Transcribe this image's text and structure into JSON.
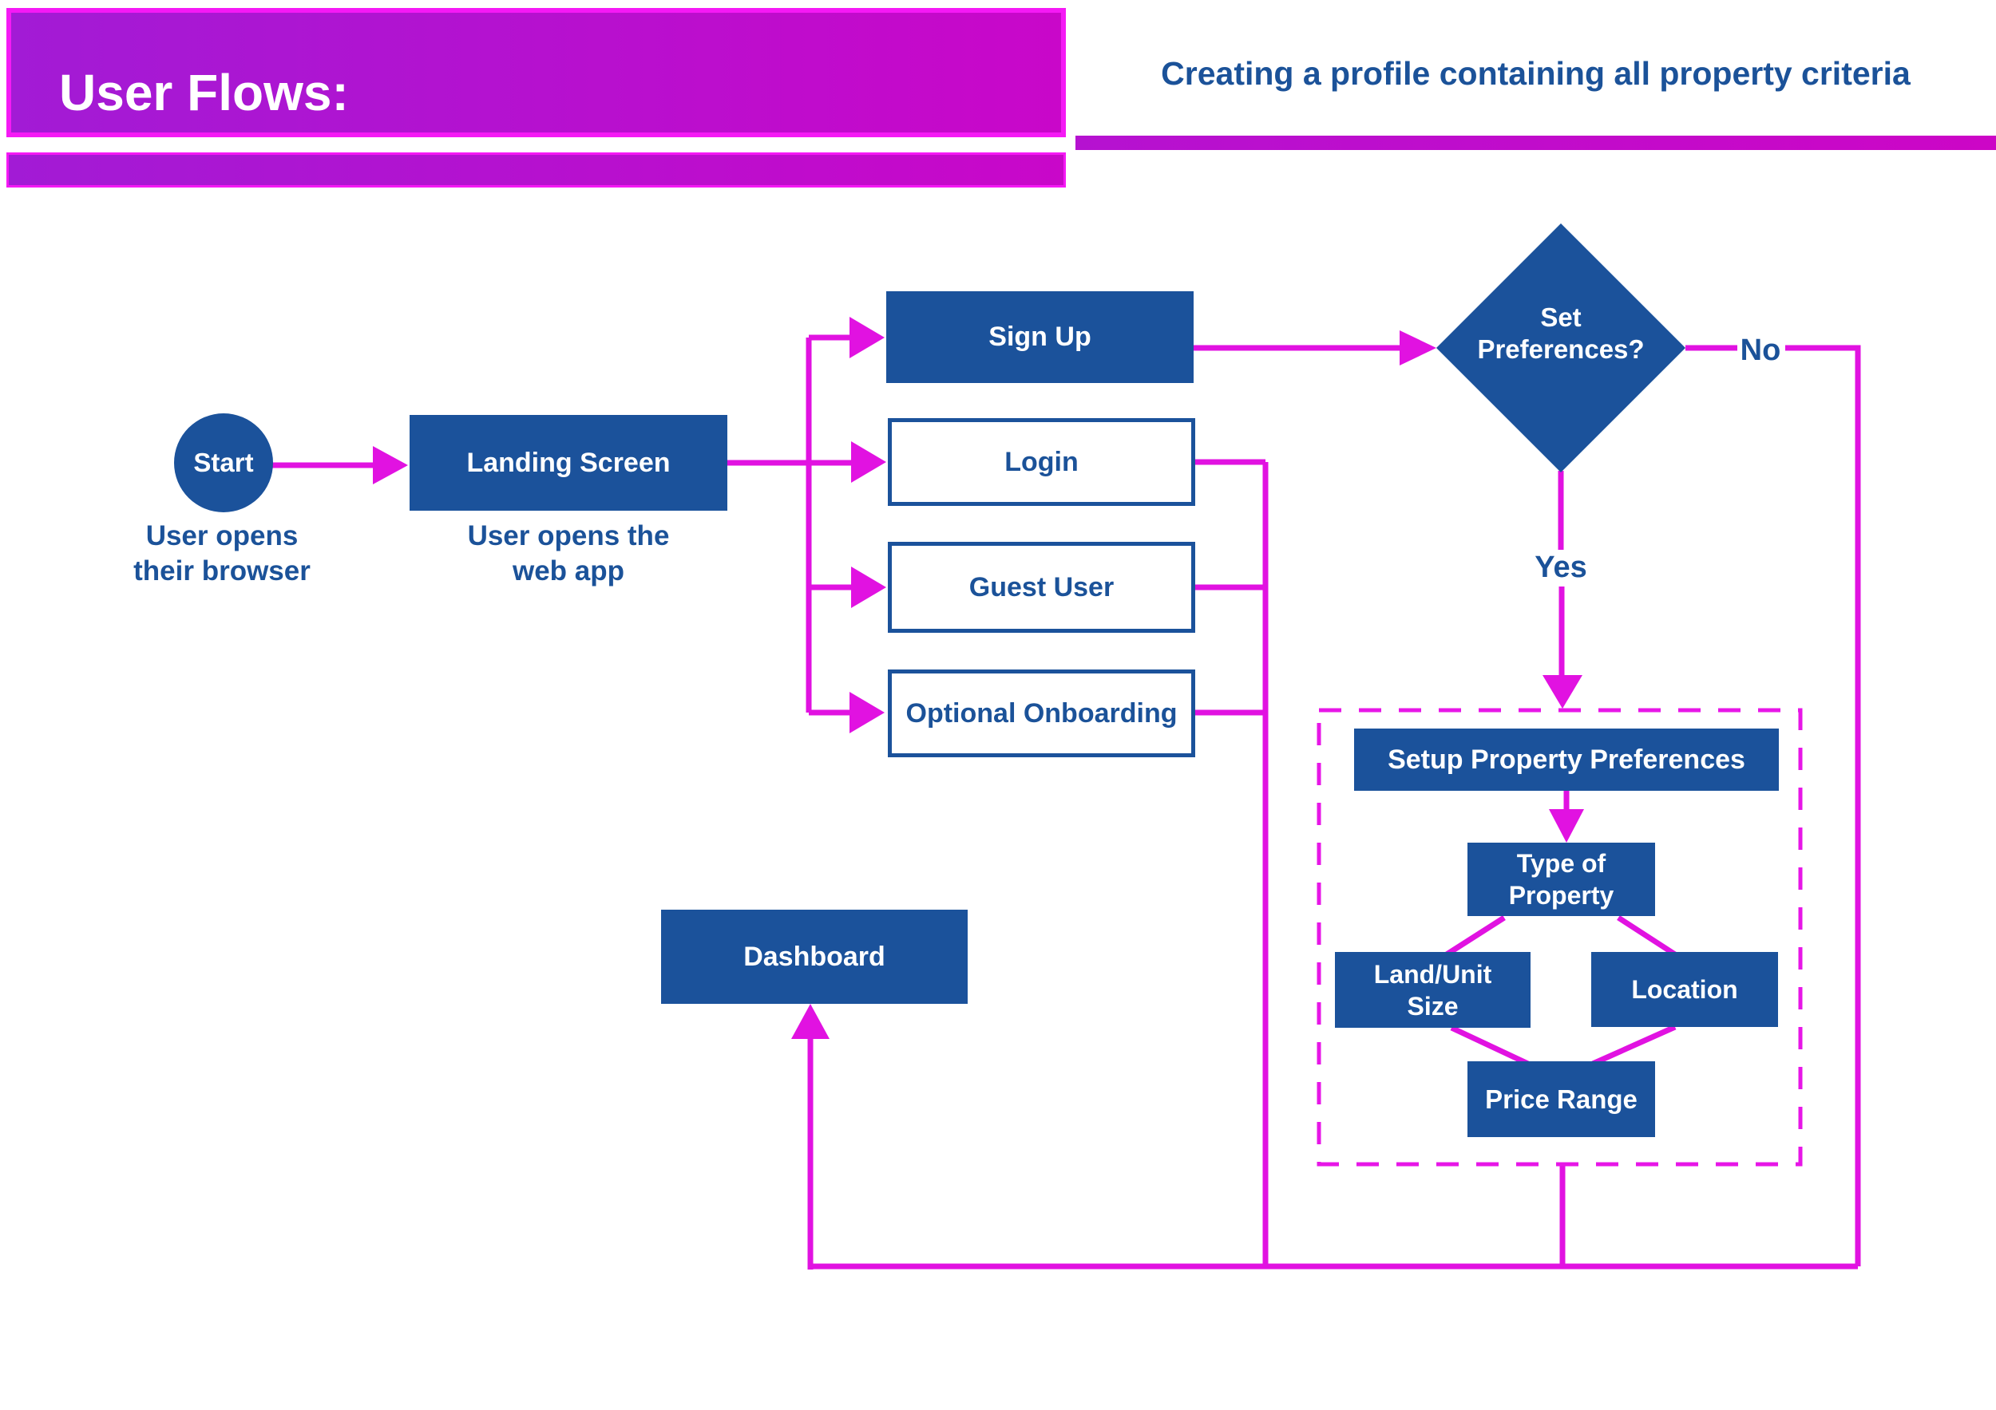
{
  "header": {
    "title": "User Flows:",
    "subtitle": "Creating a profile containing all property criteria"
  },
  "colors": {
    "brand_blue": "#1b529b",
    "blue_text": "#1b5299",
    "flow_magenta": "#e112e1",
    "dashed_magenta": "#e716e7",
    "header_border": "#f519f5",
    "header_gradient_start": "#a21bd5",
    "header_gradient_end": "#c907c9"
  },
  "nodes": {
    "start": {
      "label": "Start",
      "caption": "User opens\ntheir browser"
    },
    "landing": {
      "label": "Landing Screen",
      "caption": "User opens the\nweb app"
    },
    "signup": {
      "label": "Sign Up"
    },
    "login": {
      "label": "Login"
    },
    "guest": {
      "label": "Guest User"
    },
    "onboarding": {
      "label": "Optional Onboarding"
    },
    "decision": {
      "label": "Set\nPreferences?"
    },
    "setup": {
      "label": "Setup Property Preferences"
    },
    "type_of_property": {
      "label": "Type of\nProperty"
    },
    "land_unit_size": {
      "label": "Land/Unit\nSize"
    },
    "location": {
      "label": "Location"
    },
    "price_range": {
      "label": "Price Range"
    },
    "dashboard": {
      "label": "Dashboard"
    }
  },
  "edges": {
    "yes_label": "Yes",
    "no_label": "No"
  }
}
